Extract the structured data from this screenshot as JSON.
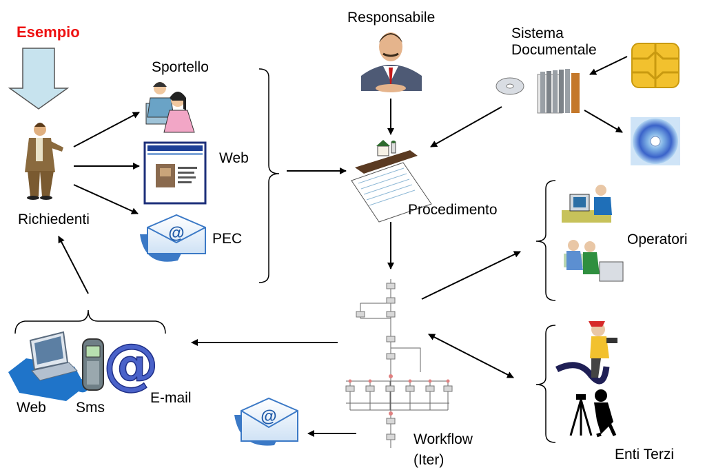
{
  "title": {
    "text": "Esempio",
    "color": "#ee1111"
  },
  "labels": {
    "responsabile": "Responsabile",
    "sistema_line1": "Sistema",
    "sistema_line2": "Documentale",
    "sportello": "Sportello",
    "web_channel": "Web",
    "pec": "PEC",
    "richiedenti": "Richiedenti",
    "procedimento": "Procedimento",
    "operatori": "Operatori",
    "enti_terzi": "Enti Terzi",
    "workflow_line1": "Workflow",
    "workflow_line2": "(Iter)",
    "web_notify": "Web",
    "sms": "Sms",
    "email": "E-mail"
  },
  "icons": [
    "down-arrow-icon",
    "businessman-icon",
    "manager-icon",
    "smartcard-chip-icon",
    "binders-cd-icon",
    "cd-icon",
    "counter-clerks-icon",
    "web-page-icon",
    "email-envelope-icon",
    "farm-document-icon",
    "office-worker-icon",
    "meeting-icon",
    "workflow-graph-icon",
    "surveyor-icon",
    "hose-worker-icon",
    "laptop-puzzle-icon",
    "mobile-phone-icon",
    "at-sign-icon"
  ],
  "colors": {
    "accent": "#ee1111",
    "arrow": "#000000",
    "chip": "#f2c12e",
    "block_arrow": "#c7e3ee"
  }
}
